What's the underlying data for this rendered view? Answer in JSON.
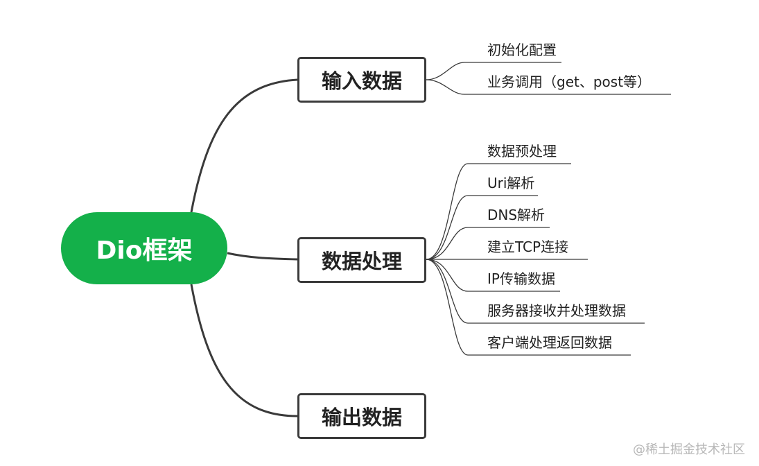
{
  "root": {
    "label": "Dio框架"
  },
  "branches": {
    "input": {
      "label": "输入数据",
      "children": [
        "初始化配置",
        "业务调用（get、post等）"
      ]
    },
    "process": {
      "label": "数据处理",
      "children": [
        "数据预处理",
        "Uri解析",
        "DNS解析",
        "建立TCP连接",
        "IP传输数据",
        "服务器接收并处理数据",
        "客户端处理返回数据"
      ]
    },
    "output": {
      "label": "输出数据"
    }
  },
  "watermark": "@稀土掘金技术社区",
  "colors": {
    "root_fill": "#14b04a",
    "line": "#3a3a3a"
  }
}
